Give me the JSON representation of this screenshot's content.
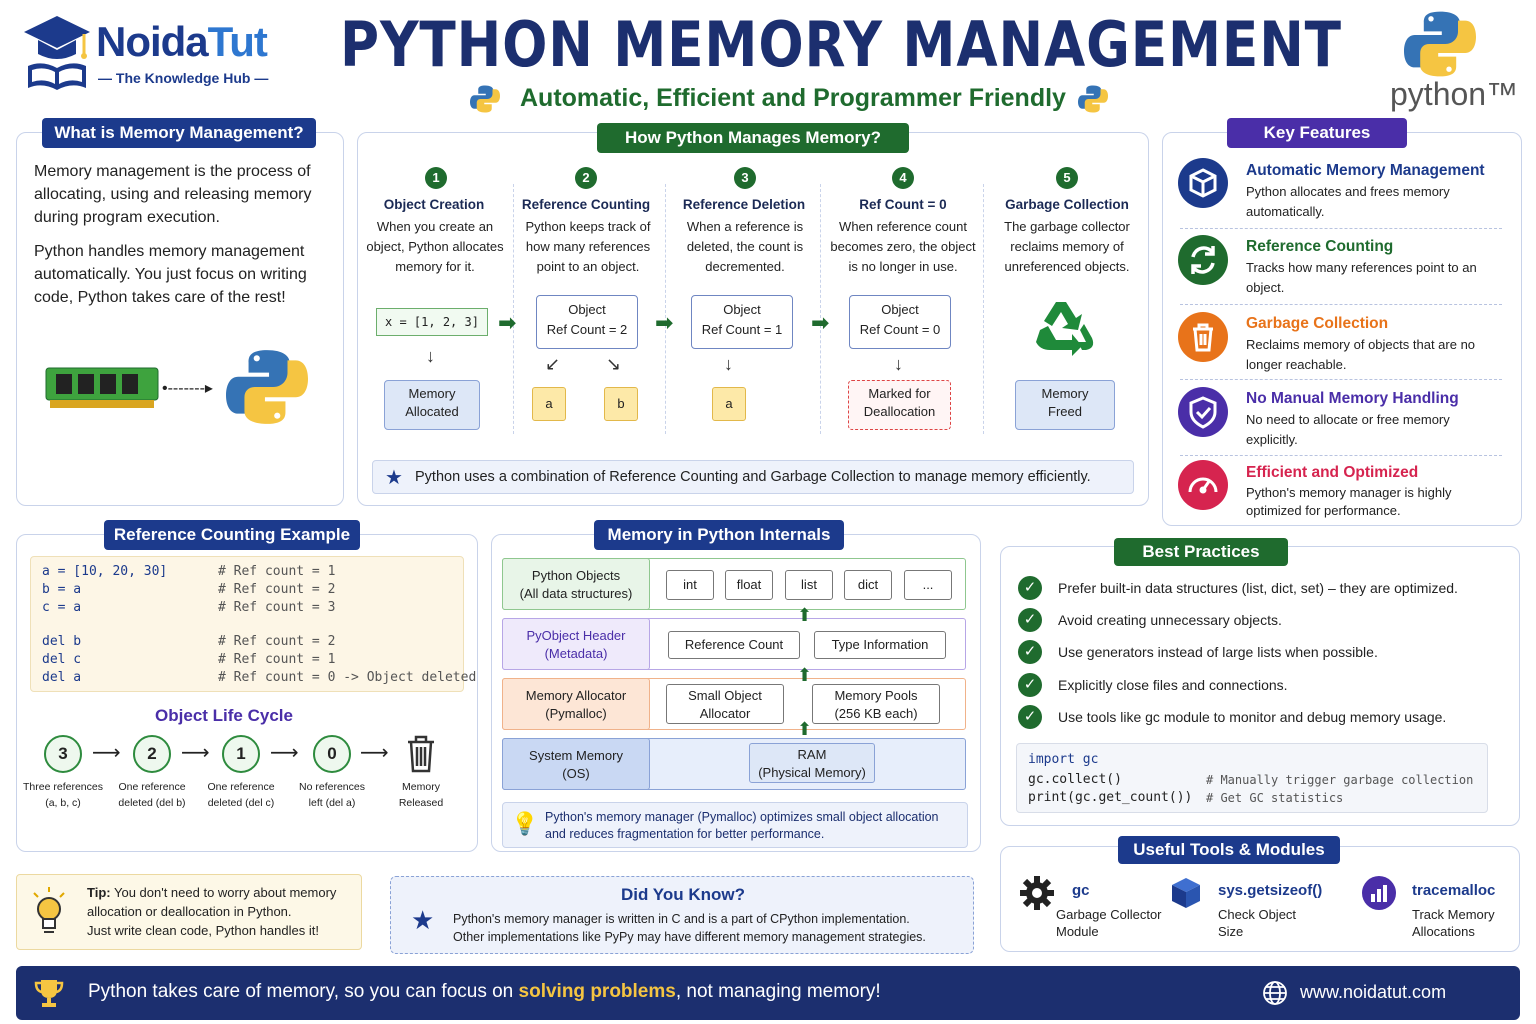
{
  "header": {
    "brand": "NoidaTut",
    "brand_part1": "Noida",
    "brand_part2": "Tut",
    "tagline": "The Knowledge Hub",
    "title": "PYTHON MEMORY MANAGEMENT",
    "subtitle": "Automatic, Efficient and Programmer Friendly",
    "python_logo_text": "python™"
  },
  "colors": {
    "navy": "#1c3a8c",
    "green": "#1f6b2e",
    "purple": "#4a2ea8",
    "gold": "#f5c542"
  },
  "what": {
    "title": "What is Memory Management?",
    "p1": "Memory management is the process of allocating, using and releasing memory during program execution.",
    "p2": "Python handles memory management automatically. You just focus on writing code, Python takes care of the rest!"
  },
  "how": {
    "title": "How Python Manages Memory?",
    "steps": [
      {
        "num": "1",
        "title": "Object Creation",
        "desc": "When you create an object, Python allocates memory for it."
      },
      {
        "num": "2",
        "title": "Reference Counting",
        "desc": "Python keeps track of how many references point to an object."
      },
      {
        "num": "3",
        "title": "Reference Deletion",
        "desc": "When a reference is deleted, the count is decremented."
      },
      {
        "num": "4",
        "title": "Ref Count = 0",
        "desc": "When reference count becomes zero, the object is no longer in use."
      },
      {
        "num": "5",
        "title": "Garbage Collection",
        "desc": "The garbage collector reclaims memory of unreferenced objects."
      }
    ],
    "code": "x = [1, 2, 3]",
    "mem_alloc": "Memory Allocated",
    "obj": "Object",
    "rc2": "Ref Count = 2",
    "rc1": "Ref Count = 1",
    "rc0": "Ref Count = 0",
    "a": "a",
    "b": "b",
    "marked": "Marked for Deallocation",
    "freed": "Memory Freed",
    "note": "Python uses a combination of Reference Counting and Garbage Collection to manage memory efficiently."
  },
  "features": {
    "title": "Key Features",
    "items": [
      {
        "title": "Automatic Memory Management",
        "desc": "Python allocates and frees memory automatically.",
        "color": "#1c3a8c",
        "icon": "cube-icon"
      },
      {
        "title": "Reference Counting",
        "desc": "Tracks how many references point to an object.",
        "color": "#1f6b2e",
        "icon": "refresh-icon"
      },
      {
        "title": "Garbage Collection",
        "desc": "Reclaims memory of objects that are no longer reachable.",
        "color": "#e8731a",
        "icon": "trash-icon"
      },
      {
        "title": "No Manual Memory Handling",
        "desc": "No need to allocate or free memory explicitly.",
        "color": "#4a2ea8",
        "icon": "shield-icon"
      },
      {
        "title": "Efficient and Optimized",
        "desc": "Python's memory manager is highly optimized for performance.",
        "color": "#d6244f",
        "icon": "speedometer-icon"
      }
    ]
  },
  "refex": {
    "title": "Reference Counting Example",
    "lines": [
      {
        "code": "a = [10, 20, 30]",
        "comment": "# Ref count = 1"
      },
      {
        "code": "b = a",
        "comment": "# Ref count = 2"
      },
      {
        "code": "c = a",
        "comment": "# Ref count = 3"
      },
      {
        "code": "del b",
        "comment": "# Ref count = 2"
      },
      {
        "code": "del c",
        "comment": "# Ref count = 1"
      },
      {
        "code": "del a",
        "comment": "# Ref count = 0 -> Object deleted"
      }
    ],
    "lifecycle_title": "Object Life Cycle",
    "lifecycle": [
      {
        "n": "3",
        "l1": "Three references",
        "l2": "(a, b, c)"
      },
      {
        "n": "2",
        "l1": "One reference",
        "l2": "deleted (del b)"
      },
      {
        "n": "1",
        "l1": "One reference",
        "l2": "deleted (del c)"
      },
      {
        "n": "0",
        "l1": "No references",
        "l2": "left (del a)"
      }
    ],
    "released1": "Memory",
    "released2": "Released"
  },
  "internals": {
    "title": "Memory in Python Internals",
    "layers": [
      {
        "name": "Python Objects",
        "sub": "(All data structures)"
      },
      {
        "name": "PyObject Header",
        "sub": "(Metadata)"
      },
      {
        "name": "Memory Allocator",
        "sub": "(Pymalloc)"
      },
      {
        "name": "System Memory",
        "sub": "(OS)"
      }
    ],
    "types": [
      "int",
      "float",
      "list",
      "dict",
      "..."
    ],
    "header_items": [
      "Reference Count",
      "Type Information"
    ],
    "alloc1": "Small Object",
    "alloc2": "Allocator",
    "pool1": "Memory Pools",
    "pool2": "(256 KB each)",
    "ram1": "RAM",
    "ram2": "(Physical Memory)",
    "note1": "Python's memory manager (Pymalloc) optimizes small object allocation",
    "note2": "and reduces fragmentation for better performance."
  },
  "best": {
    "title": "Best Practices",
    "items": [
      "Prefer built-in data structures (list, dict, set) – they are optimized.",
      "Avoid creating unnecessary objects.",
      "Use generators instead of large lists when possible.",
      "Explicitly close files and connections.",
      "Use tools like gc module to monitor and debug memory usage."
    ],
    "code": [
      {
        "code": "import gc",
        "comment": ""
      },
      {
        "code": "gc.collect()",
        "comment": "# Manually trigger garbage collection"
      },
      {
        "code": "print(gc.get_count())",
        "comment": "# Get GC statistics"
      }
    ]
  },
  "tools": {
    "title": "Useful Tools & Modules",
    "items": [
      {
        "name": "gc",
        "d1": "Garbage Collector",
        "d2": "Module",
        "icon": "gear-icon"
      },
      {
        "name": "sys.getsizeof()",
        "d1": "Check Object",
        "d2": "Size",
        "icon": "cube-icon"
      },
      {
        "name": "tracemalloc",
        "d1": "Track Memory",
        "d2": "Allocations",
        "icon": "bar-chart-icon"
      }
    ]
  },
  "tip": {
    "label": "Tip:",
    "l1": "You don't need to worry about memory",
    "l2": "allocation or deallocation in Python.",
    "l3": "Just write clean code, Python handles it!"
  },
  "dyk": {
    "title": "Did You Know?",
    "l1": "Python's memory manager is written in C and is a part of CPython implementation.",
    "l2": "Other implementations like PyPy may have different memory management strategies."
  },
  "footer": {
    "pre": "Python takes care of memory, so you can focus on ",
    "highlight": "solving problems",
    "post": ", not managing memory!",
    "url": "www.noidatut.com"
  }
}
